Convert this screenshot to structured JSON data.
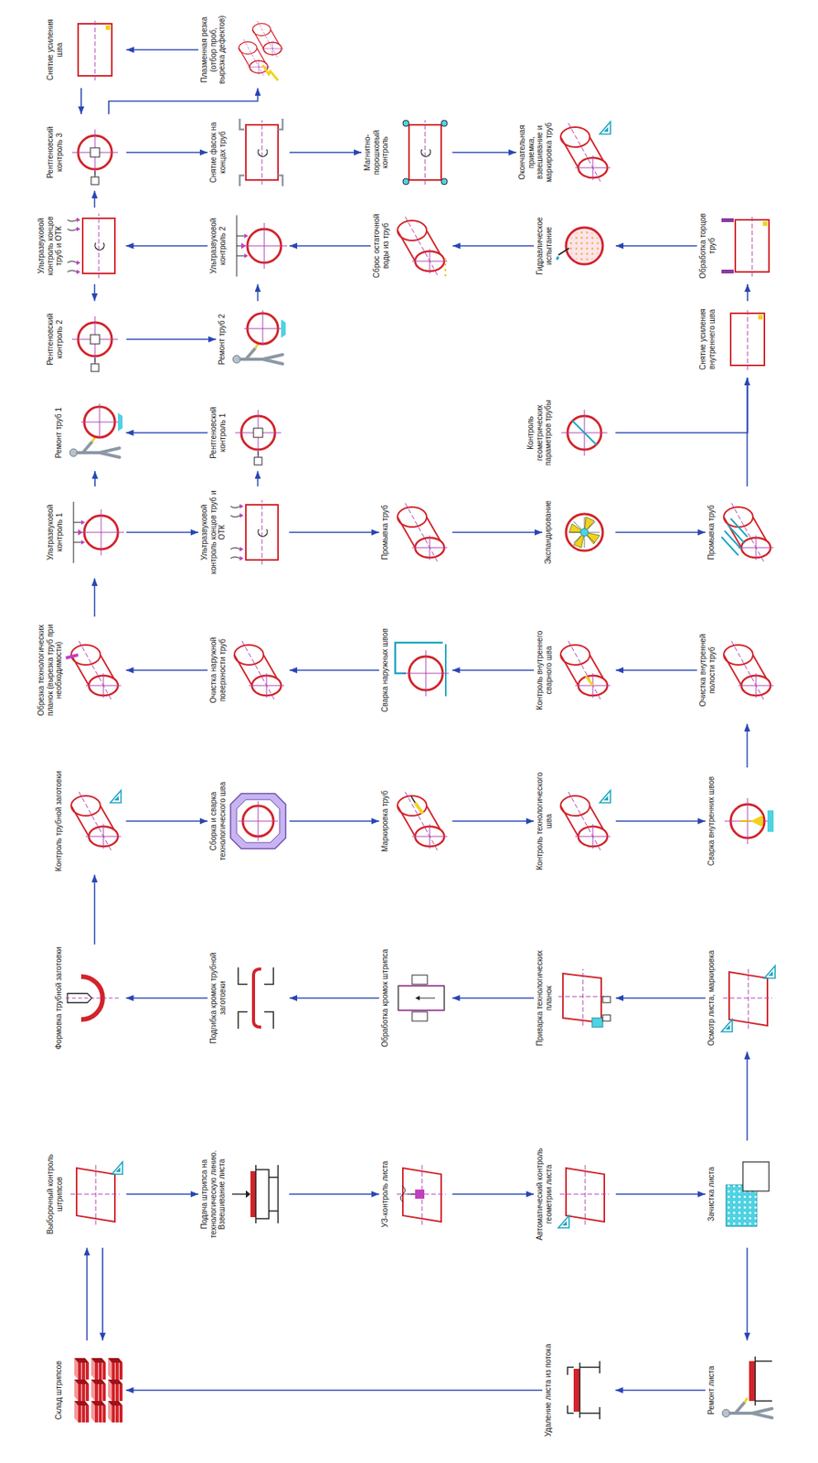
{
  "diagram": {
    "nodes": [
      {
        "text": [
          "Склад штрипсов"
        ]
      },
      {
        "text": [
          "Выборочный контроль штрипсов"
        ]
      },
      {
        "text": [
          "Формовка трубной заготовки"
        ]
      },
      {
        "text": [
          "Контроль трубной заготовки"
        ]
      },
      {
        "text": [
          "Обрезка технологических планок (вырезка труб при необходимости)"
        ]
      },
      {
        "text": [
          "Ультразвуковой контроль 1"
        ]
      },
      {
        "text": [
          "Ремонт труб 1"
        ]
      },
      {
        "text": [
          "Рентгеновский контроль 2"
        ]
      },
      {
        "text": [
          "Ультразвуковой контроль концов труб и ОТК"
        ]
      },
      {
        "text": [
          "Рентгеновский контроль 3"
        ]
      },
      {
        "text": [
          "Снятие усиления шва"
        ]
      },
      {
        "text": [
          "Подача штрипса на технологическую линию. Взвешивание листа"
        ]
      },
      {
        "text": [
          "Подгибка кромок трубной заготовки"
        ]
      },
      {
        "text": [
          "Сборка и сварка технологического шва"
        ]
      },
      {
        "text": [
          "Очистка наружной поверхности труб"
        ]
      },
      {
        "text": [
          "Ультразвуковой контроль концов труб и ОТК"
        ]
      },
      {
        "text": [
          "Рентгеновский контроль 1"
        ]
      },
      {
        "text": [
          "Ремонт труб 2"
        ]
      },
      {
        "text": [
          "Ультразвуковой контроль 2"
        ]
      },
      {
        "text": [
          "Снятие фасок на концах труб"
        ]
      },
      {
        "text": [
          "Плазменная резка (отбор проб, вырезка дефектов)"
        ]
      },
      {
        "text": [
          "УЗ-контроль листа"
        ]
      },
      {
        "text": [
          "Обработка кромок штрипса"
        ]
      },
      {
        "text": [
          "Маркировка труб"
        ]
      },
      {
        "text": [
          "Сварка наружных швов"
        ]
      },
      {
        "text": [
          "Промывка труб"
        ]
      },
      {
        "text": [
          "Сброс остаточной воды из труб"
        ]
      },
      {
        "text": [
          "Магнитно-порошковый контроль"
        ]
      },
      {
        "text": [
          "Удаление листа из потока"
        ]
      },
      {
        "text": [
          "Автоматический контроль геометрии листа"
        ]
      },
      {
        "text": [
          "Приварка технологических планок"
        ]
      },
      {
        "text": [
          "Контроль технологического шва"
        ]
      },
      {
        "text": [
          "Контроль внутреннего сварного шва"
        ]
      },
      {
        "text": [
          "Экспандирование"
        ]
      },
      {
        "text": [
          "Контроль геометрических параметров трубы"
        ]
      },
      {
        "text": [
          "Гидравлическое испытание"
        ]
      },
      {
        "text": [
          "Окончательная приемка, взвешивание и маркировка труб"
        ]
      },
      {
        "text": [
          "Ремонт листа"
        ]
      },
      {
        "text": [
          "Зачистка листа"
        ]
      },
      {
        "text": [
          "Осмотр листа, маркировка"
        ]
      },
      {
        "text": [
          "Сварка внутренних швов"
        ]
      },
      {
        "text": [
          "Очистка внутренней полости труб"
        ]
      },
      {
        "text": [
          "Промывка труб"
        ]
      },
      {
        "text": [
          "Снятие усиления внутреннего шва"
        ]
      },
      {
        "text": [
          "Обработка торцов труб"
        ]
      }
    ],
    "edges": [
      {
        "from": 0,
        "to": 1,
        "arrow": "to"
      },
      {
        "from": 1,
        "to": 0,
        "arrow": "to"
      },
      {
        "from": 1,
        "to": 11,
        "arrow": "to"
      },
      {
        "from": 11,
        "to": 21,
        "arrow": "to"
      },
      {
        "from": 21,
        "to": 29,
        "arrow": "to"
      },
      {
        "from": 29,
        "to": 38,
        "arrow": "to"
      },
      {
        "from": 38,
        "to": 37,
        "arrow": "to"
      },
      {
        "from": 37,
        "to": 28,
        "arrow": "to"
      },
      {
        "from": 28,
        "to": 0,
        "arrow": "to"
      },
      {
        "from": 38,
        "to": 39,
        "arrow": "to"
      },
      {
        "from": 39,
        "to": 30,
        "arrow": "to"
      },
      {
        "from": 30,
        "to": 22,
        "arrow": "to"
      },
      {
        "from": 22,
        "to": 12,
        "arrow": "to"
      },
      {
        "from": 12,
        "to": 2,
        "arrow": "to"
      },
      {
        "from": 2,
        "to": 3,
        "arrow": "to"
      },
      {
        "from": 3,
        "to": 13,
        "arrow": "to"
      },
      {
        "from": 13,
        "to": 23,
        "arrow": "to"
      },
      {
        "from": 23,
        "to": 31,
        "arrow": "to"
      },
      {
        "from": 31,
        "to": 40,
        "arrow": "to"
      },
      {
        "from": 40,
        "to": 41,
        "arrow": "to"
      },
      {
        "from": 41,
        "to": 32,
        "arrow": "to"
      },
      {
        "from": 32,
        "to": 24,
        "arrow": "to"
      },
      {
        "from": 24,
        "to": 14,
        "arrow": "to"
      },
      {
        "from": 14,
        "to": 4,
        "arrow": "to"
      },
      {
        "from": 4,
        "to": 5,
        "arrow": "to"
      },
      {
        "from": 5,
        "to": 15,
        "arrow": "to"
      },
      {
        "from": 15,
        "to": 25,
        "arrow": "to"
      },
      {
        "from": 25,
        "to": 33,
        "arrow": "to"
      },
      {
        "from": 33,
        "to": 42,
        "arrow": "to"
      },
      {
        "from": 5,
        "to": 6,
        "arrow": "to"
      },
      {
        "from": 15,
        "to": 16,
        "arrow": "to"
      },
      {
        "from": 16,
        "to": 6,
        "arrow": "to"
      },
      {
        "from": 42,
        "to": 43,
        "arrow": "to"
      },
      {
        "from": 34,
        "to": 43,
        "arrow": "none"
      },
      {
        "from": 43,
        "to": 44,
        "arrow": "to"
      },
      {
        "from": 44,
        "to": 35,
        "arrow": "to"
      },
      {
        "from": 35,
        "to": 26,
        "arrow": "to"
      },
      {
        "from": 26,
        "to": 18,
        "arrow": "to"
      },
      {
        "from": 18,
        "to": 8,
        "arrow": "to"
      },
      {
        "from": 8,
        "to": 7,
        "arrow": "to"
      },
      {
        "from": 7,
        "to": 17,
        "arrow": "to"
      },
      {
        "from": 17,
        "to": 18,
        "arrow": "to"
      },
      {
        "from": 8,
        "to": 9,
        "arrow": "to"
      },
      {
        "from": 9,
        "to": 19,
        "arrow": "to"
      },
      {
        "from": 19,
        "to": 27,
        "arrow": "to"
      },
      {
        "from": 27,
        "to": 36,
        "arrow": "to"
      },
      {
        "from": 9,
        "to": 20,
        "arrow": "to"
      },
      {
        "from": 20,
        "to": 10,
        "arrow": "to"
      },
      {
        "from": 10,
        "to": 9,
        "arrow": "to"
      }
    ]
  }
}
